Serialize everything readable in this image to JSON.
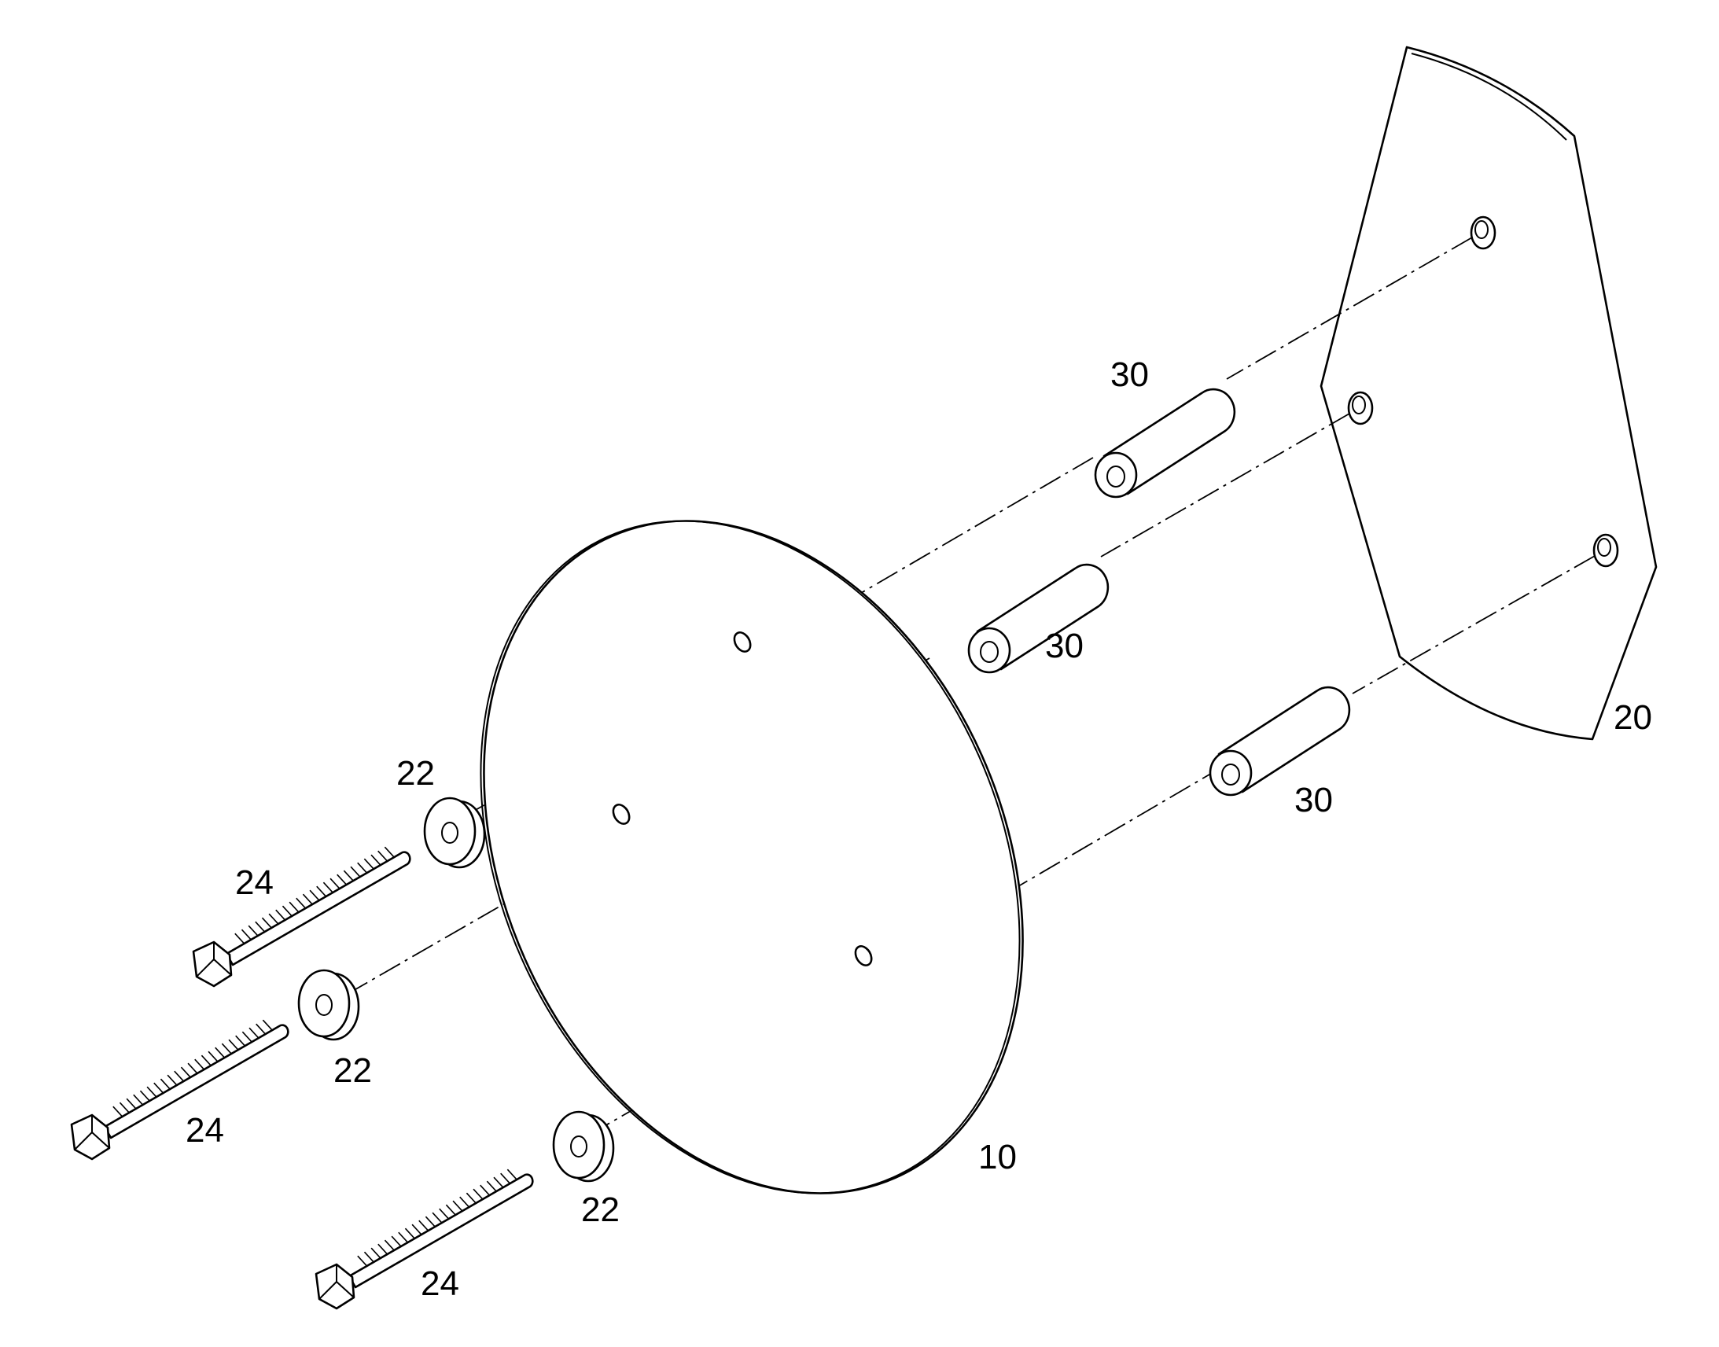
{
  "drawing": {
    "callouts": [
      {
        "id": "disc",
        "text": "10"
      },
      {
        "id": "plate",
        "text": "20"
      },
      {
        "id": "spacer-top",
        "text": "30"
      },
      {
        "id": "spacer-middle",
        "text": "30"
      },
      {
        "id": "spacer-bottom",
        "text": "30"
      },
      {
        "id": "washer-top",
        "text": "22"
      },
      {
        "id": "washer-middle",
        "text": "22"
      },
      {
        "id": "washer-bottom",
        "text": "22"
      },
      {
        "id": "bolt-top",
        "text": "24"
      },
      {
        "id": "bolt-middle",
        "text": "24"
      },
      {
        "id": "bolt-bottom",
        "text": "24"
      }
    ]
  }
}
